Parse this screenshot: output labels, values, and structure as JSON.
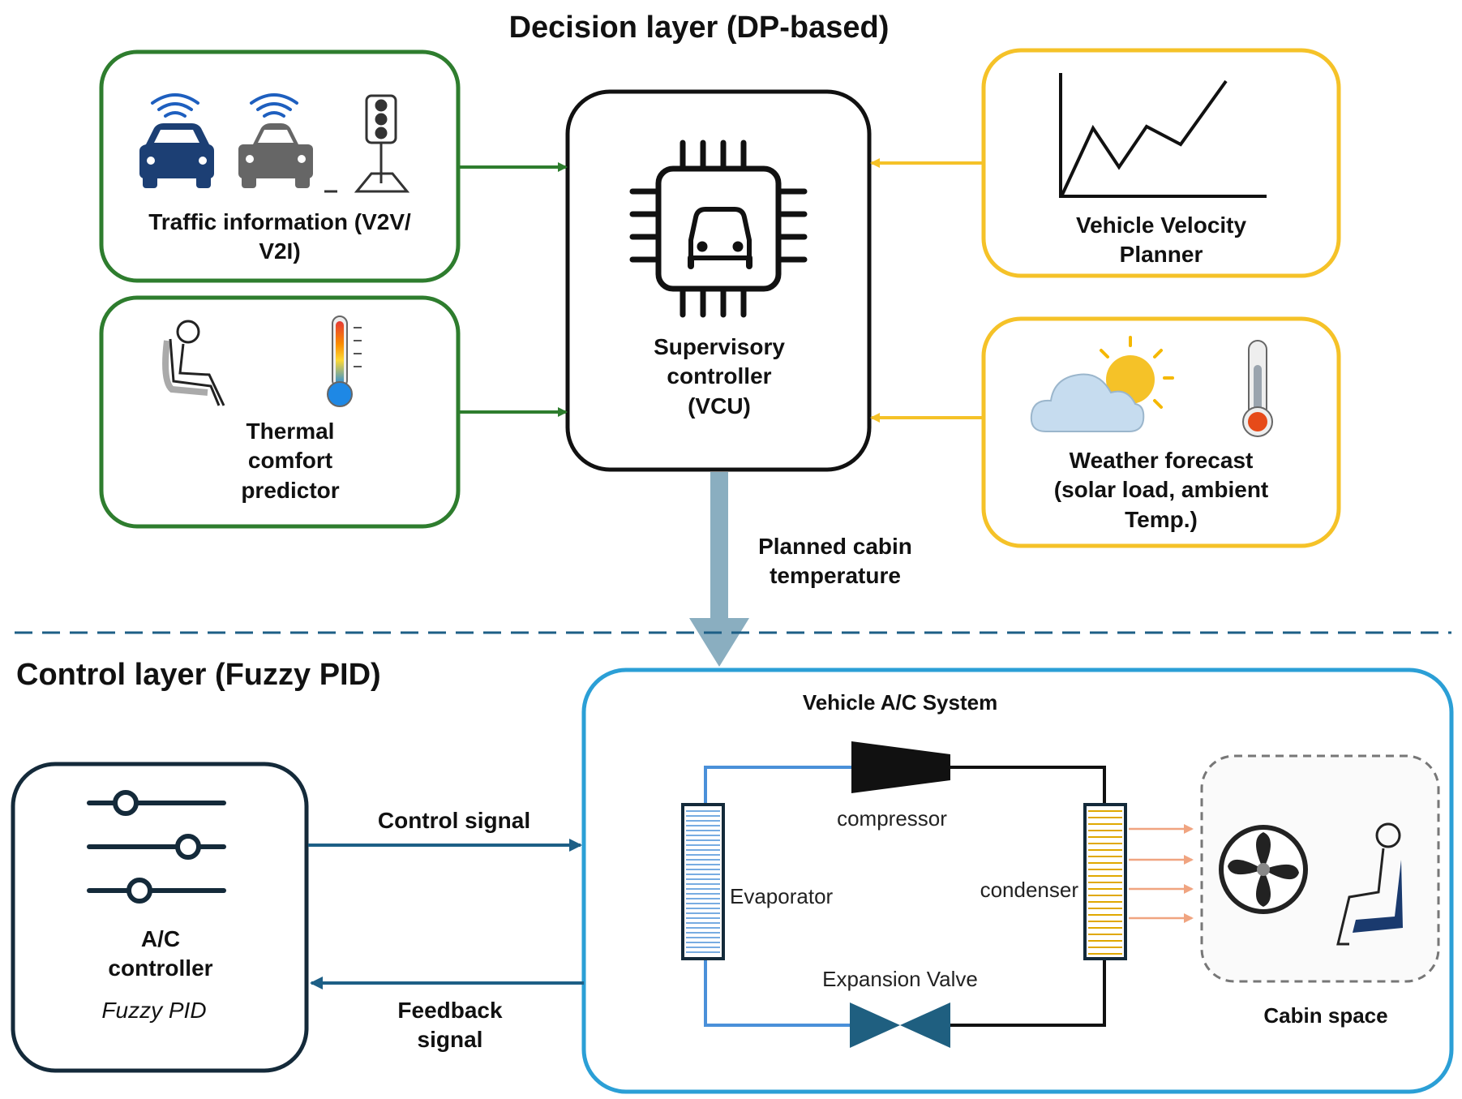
{
  "decision_layer": {
    "title": "Decision layer (DP-based)",
    "traffic": {
      "line1": "Traffic information (V2V/",
      "line2": "V2I)"
    },
    "thermal": {
      "line1": "Thermal",
      "line2": "comfort",
      "line3": "predictor"
    },
    "supervisor": {
      "line1": "Supervisory",
      "line2": "controller",
      "line3": "(VCU)"
    },
    "velocity": {
      "line1": "Vehicle Velocity",
      "line2": "Planner"
    },
    "weather": {
      "line1": "Weather forecast",
      "line2": "(solar load, ambient",
      "line3": "Temp.)"
    },
    "planned": {
      "line1": "Planned cabin",
      "line2": "temperature"
    }
  },
  "control_layer": {
    "title": "Control layer (Fuzzy PID)",
    "controller": {
      "line1": "A/C",
      "line2": "controller",
      "subtitle": "Fuzzy PID"
    },
    "control_signal": "Control signal",
    "feedback": {
      "line1": "Feedback",
      "line2": "signal"
    },
    "ac_system": {
      "title": "Vehicle A/C System",
      "compressor": "compressor",
      "evaporator": "Evaporator",
      "condenser": "condenser",
      "expansion_valve": "Expansion Valve",
      "cabin": "Cabin space"
    }
  },
  "colors": {
    "green": "#2e7d2e",
    "yellow": "#f5c228",
    "blue_box": "#2b9fd6",
    "dark_box": "#142a3a",
    "arrow_steel": "#8aaec0",
    "signal": "#1d5f86",
    "dashed": "#1d5f86"
  },
  "icons": [
    "wifi-icon",
    "car-icon",
    "traffic-light-icon",
    "seated-person-icon",
    "thermometer-icon",
    "chip-icon",
    "line-graph-icon",
    "cloud-sun-icon",
    "slider-icon",
    "fan-icon",
    "seat-icon"
  ]
}
